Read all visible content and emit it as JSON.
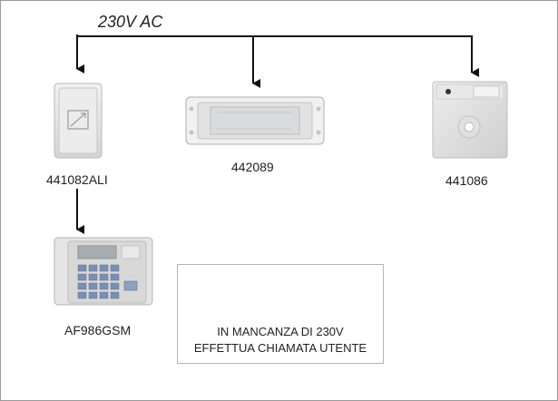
{
  "supply": {
    "label": "230V AC"
  },
  "devices": [
    {
      "code": "441082ALI",
      "icon": "power-supply-module-icon"
    },
    {
      "code": "442089",
      "icon": "emergency-lamp-icon"
    },
    {
      "code": "441086",
      "icon": "night-light-module-icon"
    },
    {
      "code": "AF986GSM",
      "icon": "gsm-communicator-keypad-icon"
    }
  ],
  "message": {
    "icons": [
      "phone-ringing-icon",
      "user-icon"
    ],
    "line1": "IN MANCANZA DI 230V",
    "line2": "EFFETTUA CHIAMATA UTENTE"
  },
  "colors": {
    "line": "#111111",
    "border": "#9a9a9a",
    "device": "#e6e6e6"
  }
}
